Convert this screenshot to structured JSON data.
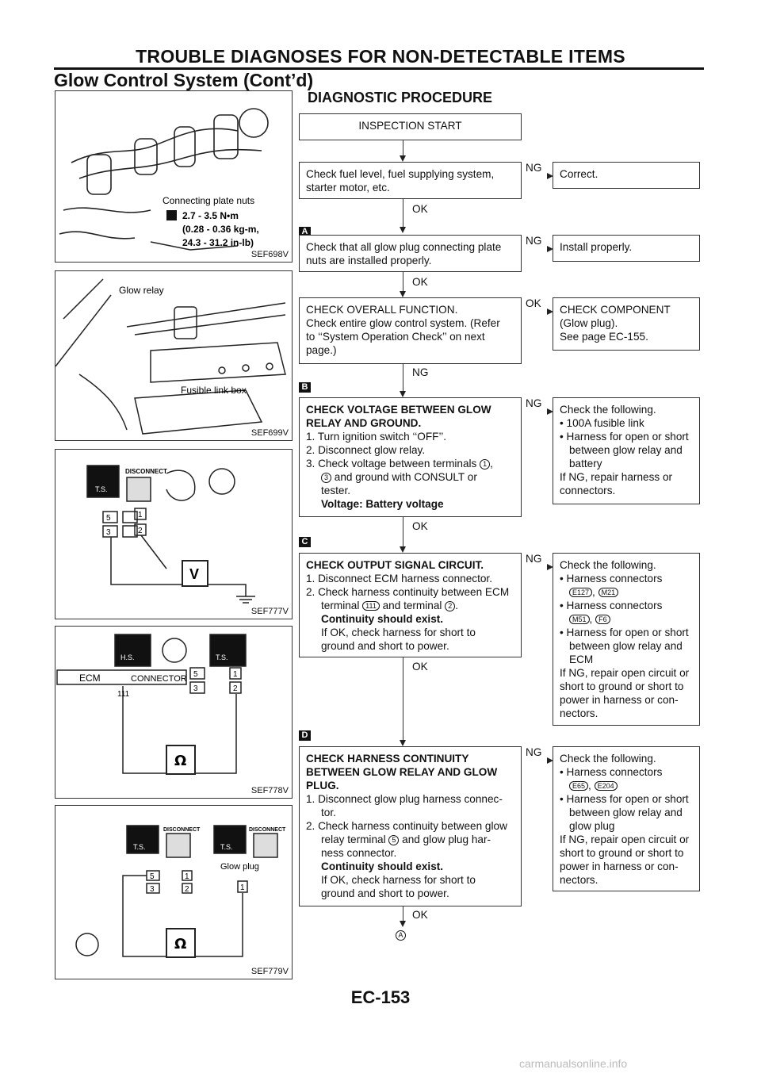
{
  "header": {
    "title": "TROUBLE DIAGNOSES FOR NON-DETECTABLE ITEMS",
    "subtitle": "Glow Control System (Cont’d)"
  },
  "section_title": "DIAGNOSTIC PROCEDURE",
  "page_number": "EC-153",
  "markers": [
    "A",
    "B",
    "C",
    "D"
  ],
  "figures": [
    {
      "code": "SEF698V",
      "labels": [
        "Connecting plate nuts",
        "2.7 - 3.5 N•m",
        "(0.28 - 0.36 kg-m,",
        "24.3 - 31.2 in-lb)"
      ]
    },
    {
      "code": "SEF699V",
      "labels": [
        "Glow relay",
        "Fusible link box"
      ]
    },
    {
      "code": "SEF777V",
      "labels": [
        "DISCONNECT",
        "T.S.",
        "5",
        "3",
        "1",
        "2",
        "V"
      ]
    },
    {
      "code": "SEF778V",
      "labels": [
        "H.S.",
        "T.S.",
        "ECM",
        "CONNECTOR",
        "111",
        "5",
        "3",
        "1",
        "2"
      ]
    },
    {
      "code": "SEF779V",
      "labels": [
        "DISCONNECT",
        "DISCONNECT",
        "T.S.",
        "T.S.",
        "Glow plug",
        "5",
        "3",
        "1",
        "2",
        "1"
      ]
    }
  ],
  "flow": {
    "start": "INSPECTION START",
    "step1": {
      "text": [
        "Check fuel level, fuel supplying system,",
        "starter motor, etc."
      ],
      "result_right": "NG",
      "result_down": "OK",
      "action": "Correct."
    },
    "step2": {
      "text": [
        "Check that all glow plug connecting plate",
        "nuts are installed properly."
      ],
      "result_right": "NG",
      "result_down": "OK",
      "action": "Install properly."
    },
    "step3": {
      "text": [
        "CHECK OVERALL FUNCTION.",
        "Check entire glow control system. (Refer",
        "to ‘‘System Operation Check’’ on next",
        "page.)"
      ],
      "result_right": "OK",
      "result_down": "NG",
      "action": [
        "CHECK COMPONENT",
        "(Glow plug).",
        "See page EC-155."
      ]
    },
    "step4": {
      "title": [
        "CHECK VOLTAGE BETWEEN GLOW",
        "RELAY AND GROUND."
      ],
      "items": [
        "1. Turn ignition switch ‘‘OFF’’.",
        "2. Disconnect glow relay.",
        "3. Check voltage between terminals",
        "and ground with CONSULT or",
        "tester."
      ],
      "term_a": "1",
      "term_b": "3",
      "bold": "Voltage: Battery voltage",
      "result_right": "NG",
      "result_down": "OK",
      "action_head": "Check the following.",
      "action_items": [
        "100A fusible link",
        "Harness for open or short between glow relay and battery"
      ],
      "action_tail": [
        "If NG, repair harness or",
        "connectors."
      ]
    },
    "step5": {
      "title": "CHECK OUTPUT SIGNAL CIRCUIT.",
      "items": [
        "1. Disconnect ECM harness connector.",
        "2. Check harness continuity between ECM",
        "terminal",
        "and terminal",
        "."
      ],
      "term_a": "111",
      "term_b": "2",
      "bold": "Continuity should exist.",
      "tail": [
        "If OK, check harness for short to",
        "ground and short to power."
      ],
      "result_right": "NG",
      "result_down": "OK",
      "action_head": "Check the following.",
      "action_items": [
        "Harness connectors",
        "Harness connectors",
        "Harness for open or short between glow relay and ECM"
      ],
      "conn1": [
        "E127",
        "M21"
      ],
      "conn2": [
        "M51",
        "F6"
      ],
      "action_tail": [
        "If NG, repair open circuit or",
        "short to ground or short to",
        "power in harness or con-",
        "nectors."
      ]
    },
    "step6": {
      "title": [
        "CHECK HARNESS CONTINUITY",
        "BETWEEN GLOW RELAY AND GLOW",
        "PLUG."
      ],
      "items": [
        "1. Disconnect glow plug harness connec-",
        "tor.",
        "2. Check harness continuity between glow",
        "relay terminal",
        "and glow plug har-",
        "ness connector."
      ],
      "term_a": "5",
      "bold": "Continuity should exist.",
      "tail": [
        "If OK, check harness for short to",
        "ground and short to power."
      ],
      "result_right": "NG",
      "result_down": "OK",
      "action_head": "Check the following.",
      "action_items": [
        "Harness connectors",
        "Harness for open or short between glow relay and glow plug"
      ],
      "conn1": [
        "E65",
        "E204"
      ],
      "action_tail": [
        "If NG, repair open circuit or",
        "short to ground or short to",
        "power in harness or con-",
        "nectors."
      ]
    },
    "end_marker": "A"
  },
  "watermark": "carmanualsonline.info"
}
